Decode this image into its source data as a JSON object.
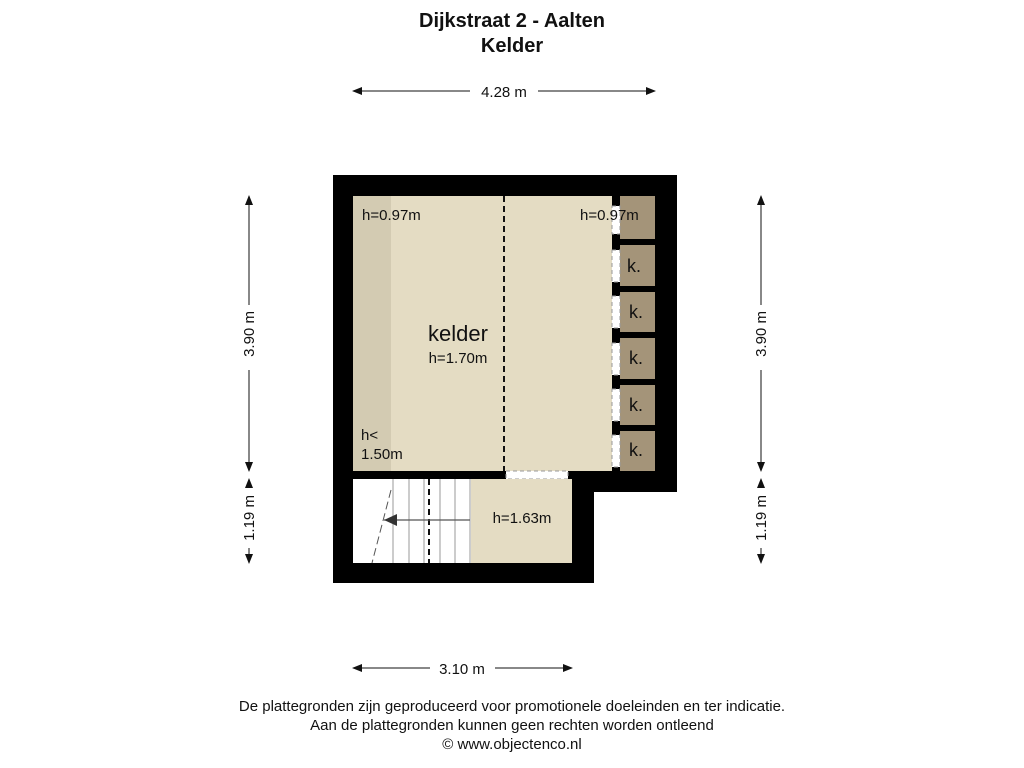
{
  "title": "Dijkstraat 2 - Aalten",
  "subtitle": "Kelder",
  "dimensions": {
    "top_width": "4.28 m",
    "bottom_width": "3.10 m",
    "left_upper": "3.90 m",
    "left_lower": "1.19 m",
    "right_upper": "3.90 m",
    "right_lower": "1.19 m"
  },
  "rooms": {
    "main_name": "kelder",
    "main_height": "h=1.70m",
    "corner_height_left": "h=0.97m",
    "corner_height_right": "h=0.97m",
    "low_zone_prefix": "h<",
    "low_zone_value": "1.50m",
    "lower_room_height": "h=1.63m",
    "storage_label": "k."
  },
  "footer": {
    "line1": "De plattegronden zijn geproduceerd voor promotionele doeleinden en ter indicatie.",
    "line2": "Aan de plattegronden kunnen geen rechten worden ontleend",
    "line3": "© www.objectenco.nl"
  },
  "colors": {
    "wall": "#000000",
    "floor": "#e4dcc3",
    "floor_low": "#d3cbb2",
    "storage": "#a49479"
  }
}
